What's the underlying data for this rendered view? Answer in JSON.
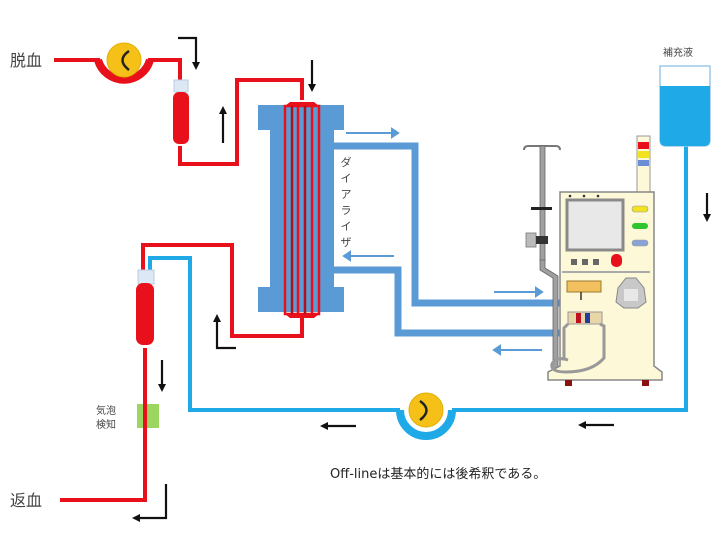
{
  "labels": {
    "blood_out": "脱血",
    "blood_return": "返血",
    "replacement_fluid": "補充液",
    "bubble_detector_line1": "気泡",
    "bubble_detector_line2": "検知",
    "dialyzer_chars": [
      "ダ",
      "イ",
      "ア",
      "ラ",
      "イ",
      "ザ"
    ],
    "caption": "Off-lineは基本的には後希釈である。"
  },
  "colors": {
    "blood_line": "#e8101a",
    "dialyzer_body": "#5b9bd5",
    "dialysate_line": "#5b9bd5",
    "substitution_line": "#1fa9e6",
    "pump_rotor": "#f5c118",
    "bag_fluid": "#1fa9e6",
    "bubble_detector": "#8fd14f",
    "machine_body": "#fdf8d8",
    "arrow": "#111111"
  },
  "components": [
    {
      "name": "blood-pump",
      "type": "roller-pump"
    },
    {
      "name": "arterial-drip-chamber",
      "type": "drip-chamber"
    },
    {
      "name": "dialyzer",
      "type": "hemodiafilter"
    },
    {
      "name": "venous-drip-chamber",
      "type": "drip-chamber"
    },
    {
      "name": "bubble-detector",
      "type": "sensor"
    },
    {
      "name": "substitution-pump",
      "type": "roller-pump"
    },
    {
      "name": "replacement-fluid-bag",
      "type": "bag"
    },
    {
      "name": "dialysis-machine",
      "type": "console"
    }
  ]
}
